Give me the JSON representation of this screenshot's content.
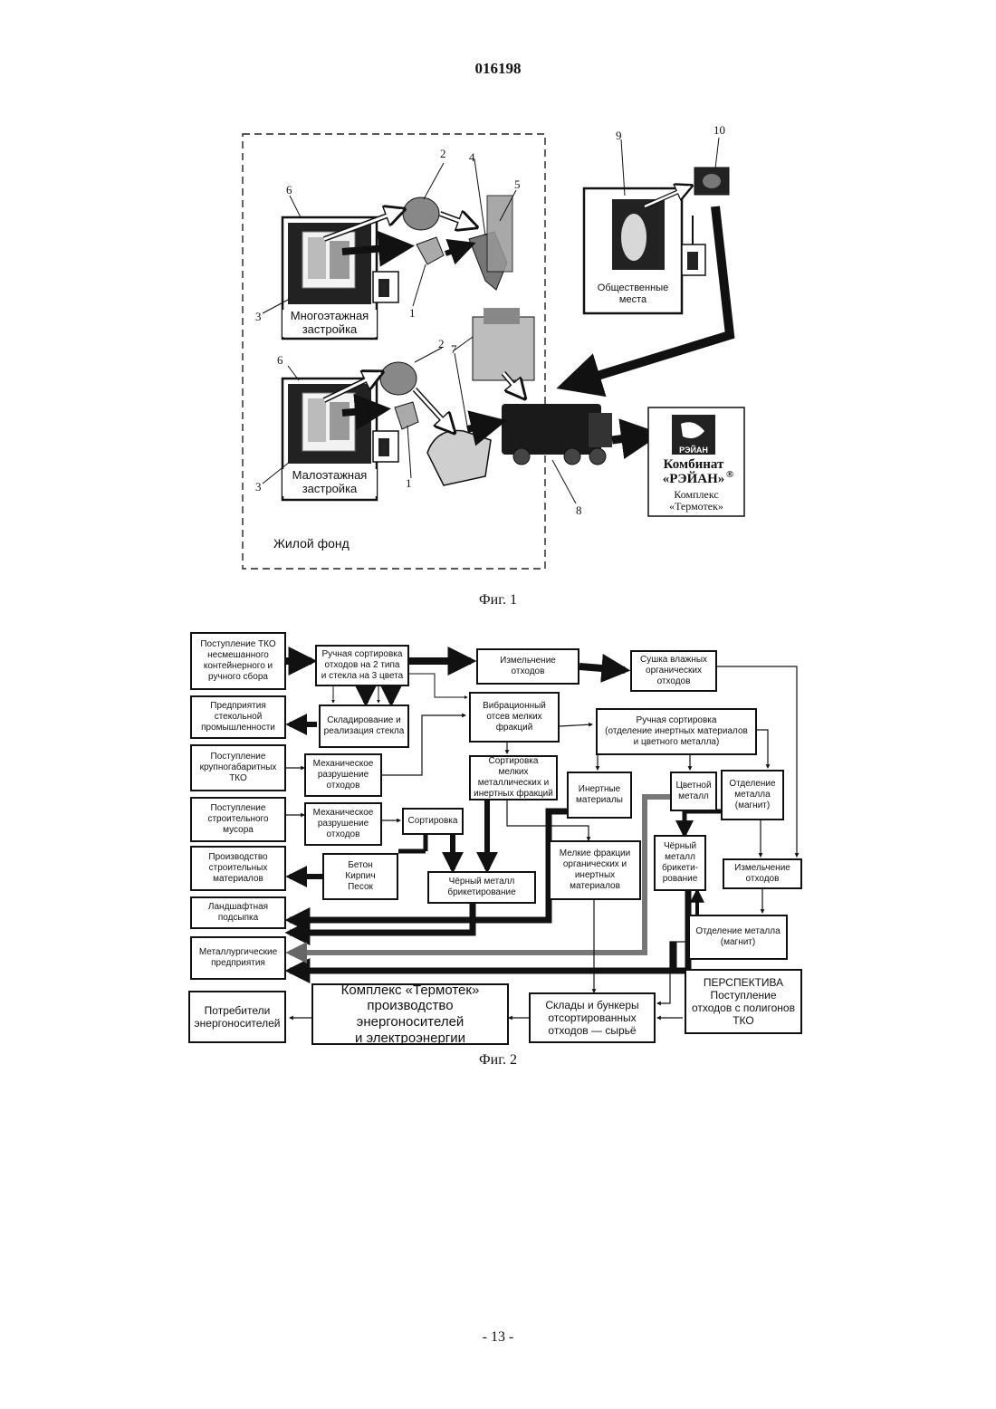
{
  "header": {
    "doc_number": "016198"
  },
  "fig1": {
    "caption": "Фиг. 1",
    "labels": {
      "multi": "Многоэтажная\nзастройка",
      "low": "Малоэтажная\nзастройка",
      "public": "Общественные\nместа",
      "housing": "Жилой фонд",
      "kombinat_title": "Комбинат\n«РЭЙАН»",
      "kombinat_sub": "Комплекс\n«Термотек»",
      "logo": "РЭЙАН",
      "reg": "®"
    },
    "numbers": [
      {
        "id": "n6a",
        "text": "6"
      },
      {
        "id": "n2a",
        "text": "2"
      },
      {
        "id": "n4",
        "text": "4"
      },
      {
        "id": "n5",
        "text": "5"
      },
      {
        "id": "n3a",
        "text": "3"
      },
      {
        "id": "n1a",
        "text": "1"
      },
      {
        "id": "n7",
        "text": "7"
      },
      {
        "id": "n6b",
        "text": "6"
      },
      {
        "id": "n2b",
        "text": "2"
      },
      {
        "id": "n3b",
        "text": "3"
      },
      {
        "id": "n1b",
        "text": "1"
      },
      {
        "id": "n8",
        "text": "8"
      },
      {
        "id": "n9",
        "text": "9"
      },
      {
        "id": "n10",
        "text": "10"
      }
    ]
  },
  "fig2": {
    "caption": "Фиг. 2",
    "boxes": {
      "b_in_tko": "Поступление ТКО\nнесмешанного\nконтейнерного и\nручного  сбора",
      "b_glass_ent": "Предприятия\nстекольной\nпромышленности",
      "b_in_large": "Поступление\nкрупногабаритных\nТКО",
      "b_in_constr": "Поступление\nстроительного\nмусора",
      "b_build_mat": "Производство\nстроительных\nматериалов",
      "b_landscape": "Ландшафтная\nподсыпка",
      "b_metallurg": "Металлургические\nпредприятия",
      "b_consumers": "Потребители\nэнергоносителей",
      "b_manual_sort": "Ручная сортировка\nотходов на 2 типа\nи стекла на 3 цвета",
      "b_grind1": "Измельчение\nотходов",
      "b_dry": "Сушка влажных\nорганических\nотходов",
      "b_vibro": "Вибрационный\nотсев мелких\nфракций",
      "b_glass_store": "Складирование и\nреализация стекла",
      "b_manual2": "Ручная сортировка\n(отделение инертных материалов\nи цветного металла)",
      "b_mech1": "Механическое\nразрушение\nотходов",
      "b_sort_small": "Сортировка мелких\nметаллических и\nинертных фракций",
      "b_inert": "Инертные\nматериалы",
      "b_color_metal": "Цветной\nметалл",
      "b_sep_magnet1": "Отделение\nметалла\n(магнит)",
      "b_mech2": "Механическое\nразрушение\nотходов",
      "b_sorting": "Сортировка",
      "b_concrete": "Бетон\nКирпич\nПесок",
      "b_black_brik": "Чёрный металл\nбрикетирование",
      "b_small_frac": "Мелкие фракции\nорганических  и\nинертных\nматериалов",
      "b_black_brik2": "Чёрный\nметалл\nбрикети-\nрование",
      "b_grind2": "Измельчение\nотходов",
      "b_sep_magnet2": "Отделение  металла\n(магнит)",
      "b_termotek": "Комплекс «Термотек»\nпроизводство энергоносителей\nи электроэнергии",
      "b_storage": "Склады и бункеры\nотсортированных\nотходов — сырьё",
      "b_perspective": "ПЕРСПЕКТИВА\nПоступление\nотходов с полигонов\nТКО"
    }
  },
  "footer": {
    "page": "- 13 -"
  }
}
